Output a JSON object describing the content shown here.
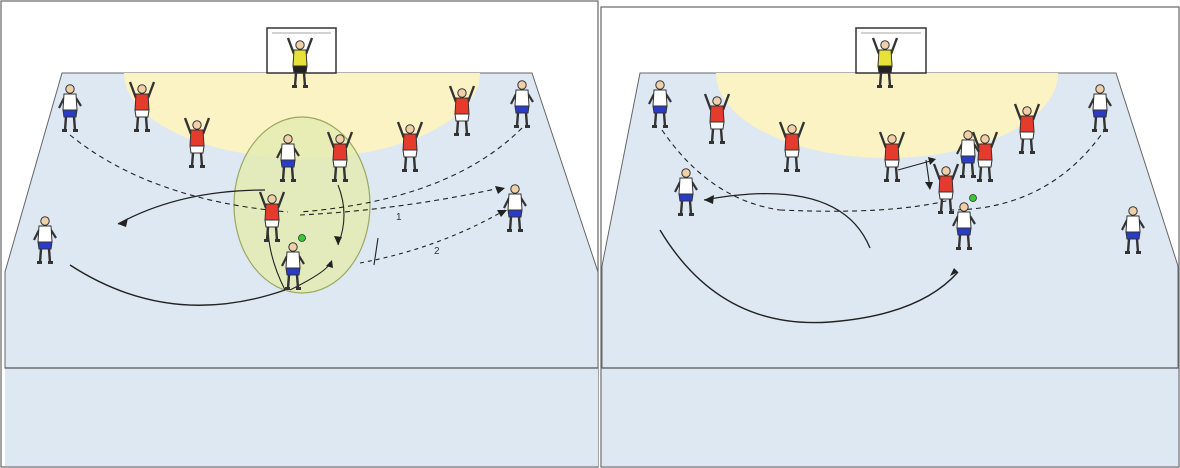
{
  "colors": {
    "court": "#dde8f2",
    "court_line": "#555555",
    "goal_area": "#fbf3c4",
    "zone": "#e4ebb4",
    "zone_edge": "#9aa860",
    "defender": "#e53b2c",
    "attacker_shirt": "#ffffff",
    "attacker_shorts": "#2a3bc8",
    "goalkeeper": "#e6e23a",
    "ball": "#33cc33"
  },
  "panels": [
    {
      "name": "left-drill",
      "path_labels": [
        "1",
        "2"
      ],
      "players": [
        {
          "role": "goalkeeper"
        },
        {
          "role": "defender"
        },
        {
          "role": "defender"
        },
        {
          "role": "defender"
        },
        {
          "role": "defender"
        },
        {
          "role": "defender"
        },
        {
          "role": "defender"
        },
        {
          "role": "attacker"
        },
        {
          "role": "attacker"
        },
        {
          "role": "attacker"
        },
        {
          "role": "attacker"
        },
        {
          "role": "attacker"
        },
        {
          "role": "attacker",
          "has_ball": true
        }
      ]
    },
    {
      "name": "right-drill",
      "path_labels": [],
      "players": [
        {
          "role": "goalkeeper"
        },
        {
          "role": "defender"
        },
        {
          "role": "defender"
        },
        {
          "role": "defender"
        },
        {
          "role": "defender"
        },
        {
          "role": "defender"
        },
        {
          "role": "defender"
        },
        {
          "role": "attacker"
        },
        {
          "role": "attacker"
        },
        {
          "role": "attacker"
        },
        {
          "role": "attacker"
        },
        {
          "role": "attacker"
        },
        {
          "role": "attacker",
          "has_ball": true
        }
      ]
    }
  ]
}
